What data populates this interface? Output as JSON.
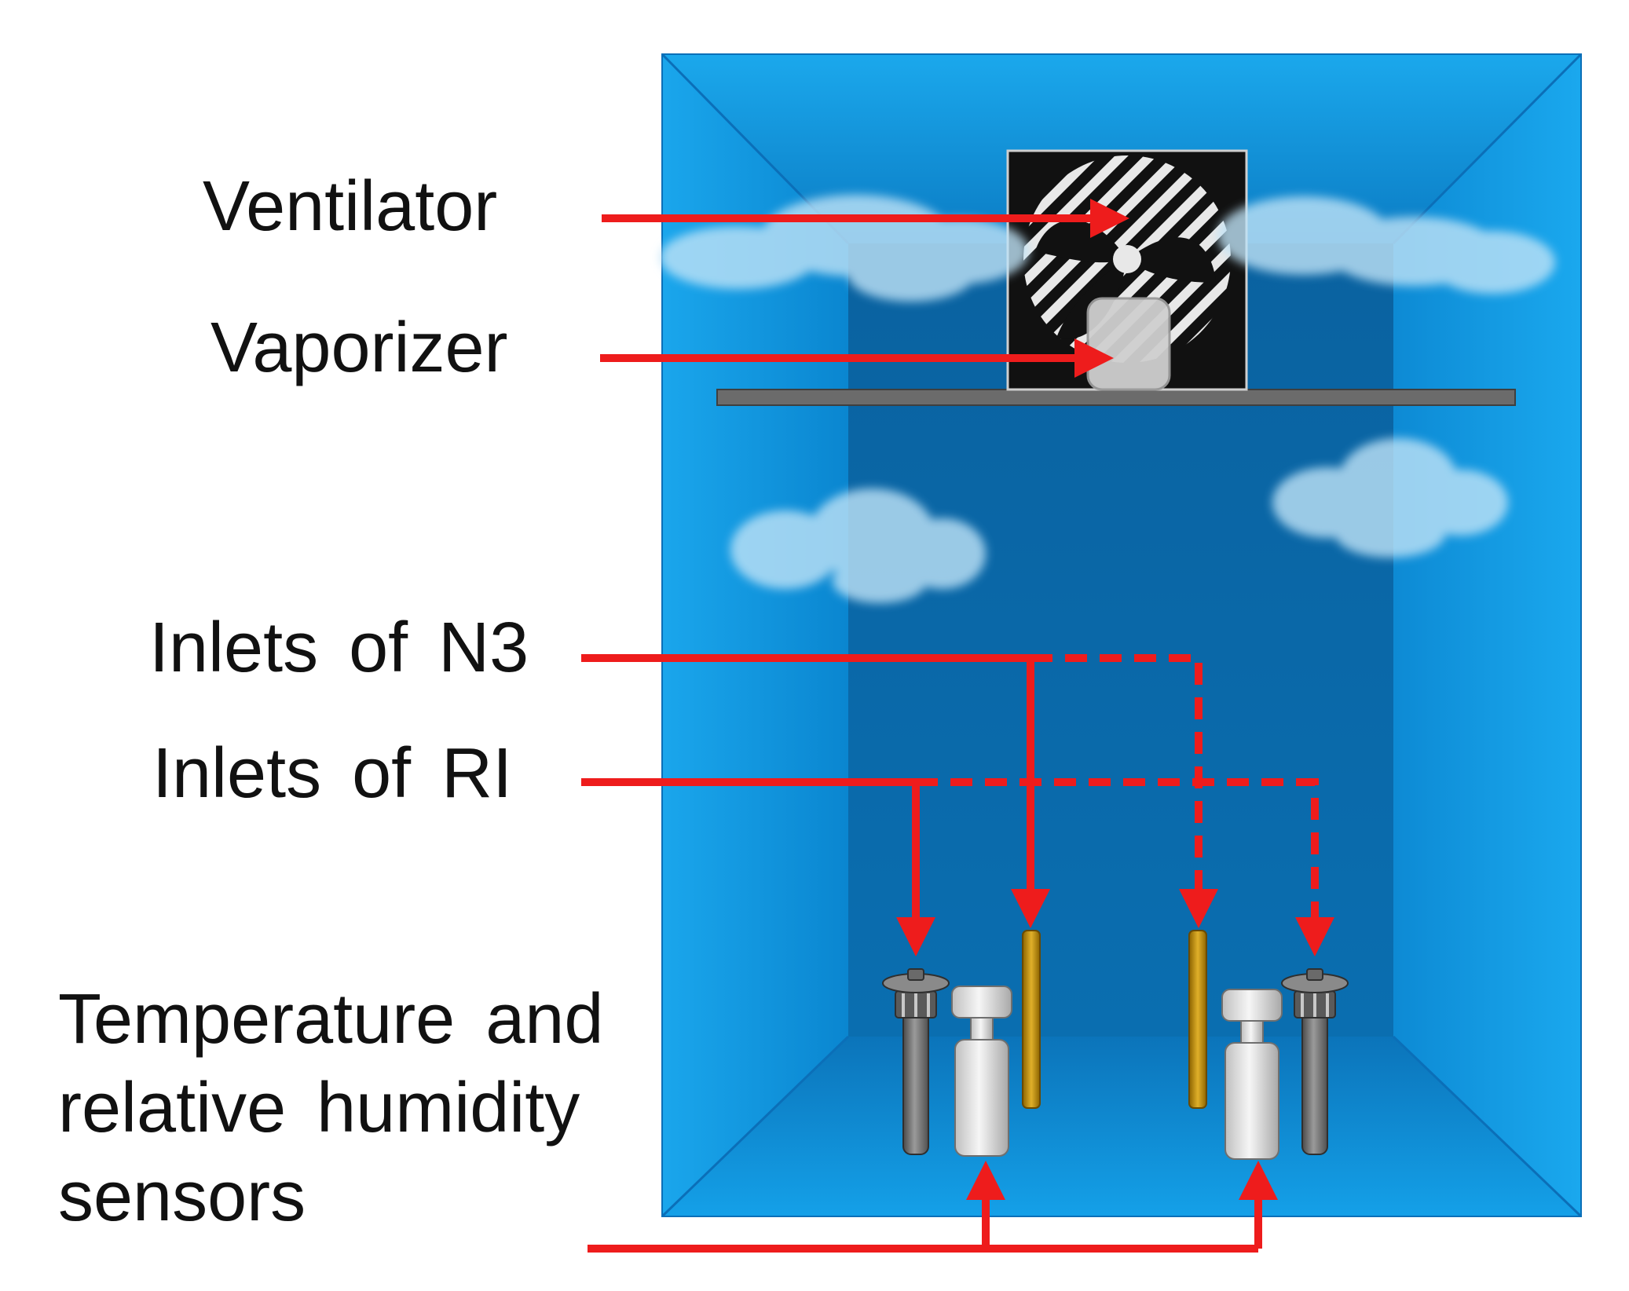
{
  "labels": {
    "ventilator": "Ventilator",
    "vaporizer": "Vaporizer",
    "inlets_n3": "Inlets of N3",
    "inlets_ri": "Inlets of RI",
    "sensors_line1": "Temperature and",
    "sensors_line2": "relative humidity",
    "sensors_line3": "sensors"
  },
  "colors": {
    "arrow": "#ee1c1c",
    "chamber_outer": "#12a4ea",
    "chamber_back_wall": "#0a6aa8",
    "chamber_floor": "#0e86d0",
    "shelf": "#6b6b6b",
    "fan_background": "#111111",
    "n3_inlet_tube": "#c8960a",
    "ri_inlet": "#6e6e6e",
    "sensor_body": "#e6e6e6"
  },
  "icons": {
    "ventilator": "fan-icon",
    "vaporizer": "vaporizer-icon",
    "n3_inlet": "tube-inlet-icon",
    "ri_inlet": "ri-inlet-icon",
    "sensor": "thermo-hygrometer-icon",
    "vapor": "cloud-icon"
  },
  "legend": {
    "solid_arrow": "solid",
    "dashed_arrow": "dashed"
  }
}
